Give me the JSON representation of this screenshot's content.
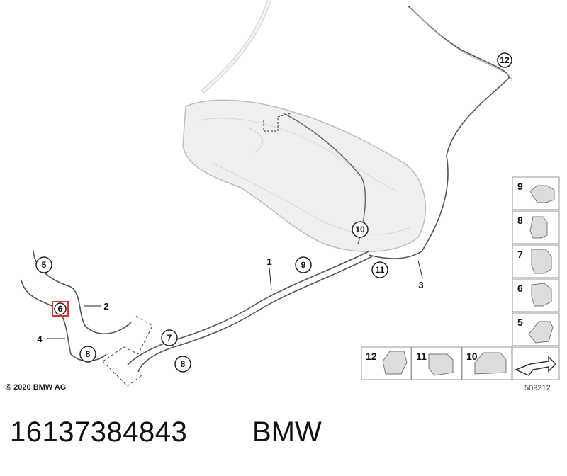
{
  "copyright": "© 2020 BMW AG",
  "drawing_id": "509212",
  "part_number": "16137384843",
  "brand": "BMW",
  "callouts": {
    "c5": "5",
    "c6": "6",
    "c7": "7",
    "c8a": "8",
    "c8b": "8",
    "c9": "9",
    "c10": "10",
    "c11": "11",
    "c12": "12"
  },
  "labels": {
    "l1": "1",
    "l2": "2",
    "l3": "3",
    "l4": "4"
  },
  "clip_boxes": {
    "b9": "9",
    "b8": "8",
    "b7": "7",
    "b6": "6",
    "b5": "5",
    "b12": "12",
    "b11": "11",
    "b10": "10"
  },
  "highlight_color": "#e03030"
}
